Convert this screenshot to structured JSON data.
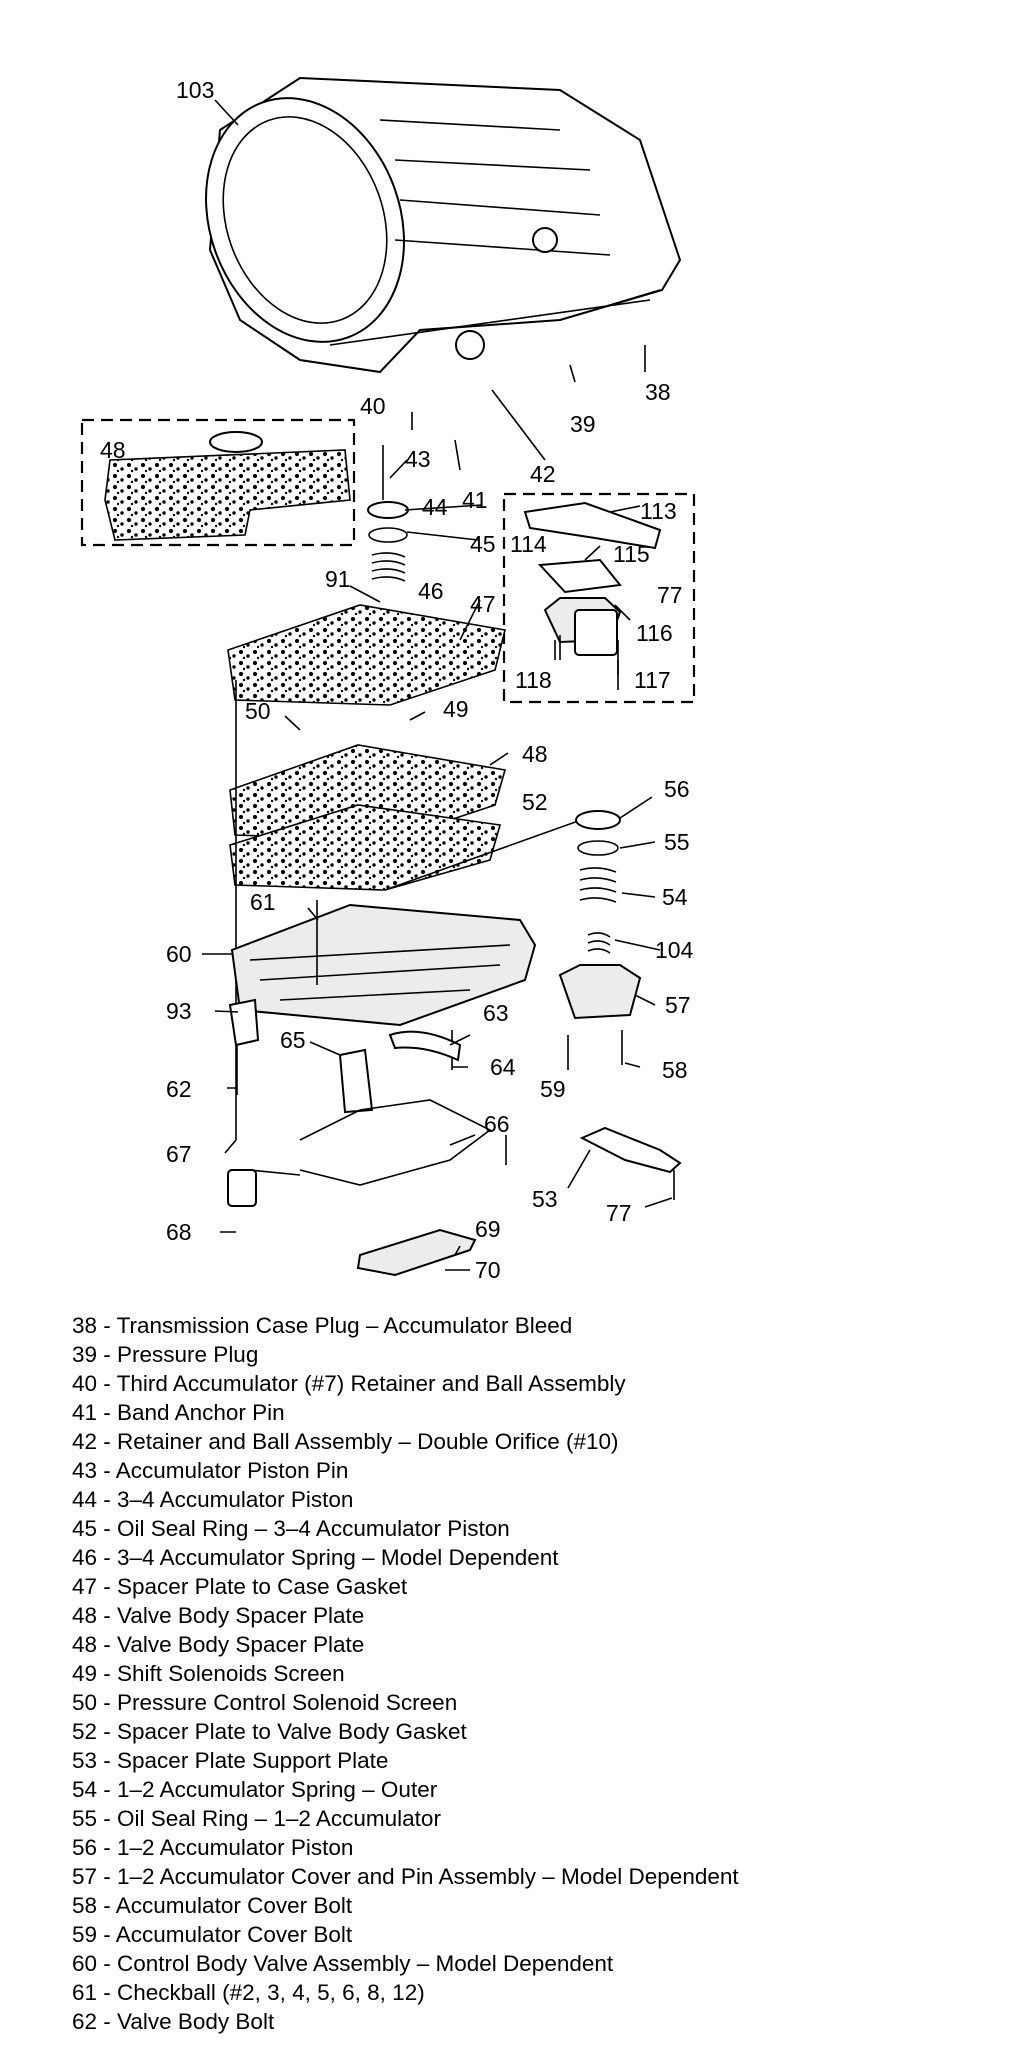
{
  "callouts": [
    "103",
    "38",
    "39",
    "40",
    "41",
    "42",
    "43",
    "44",
    "45",
    "46",
    "91",
    "47",
    "48",
    "48",
    "113",
    "114",
    "115",
    "77",
    "116",
    "118",
    "117",
    "50",
    "49",
    "56",
    "55",
    "54",
    "104",
    "57",
    "61",
    "60",
    "93",
    "65",
    "63",
    "62",
    "64",
    "59",
    "58",
    "67",
    "66",
    "68",
    "53",
    "77",
    "69",
    "70",
    "52"
  ],
  "legend": [
    "38 - Transmission Case Plug – Accumulator Bleed",
    "39 - Pressure Plug",
    "40 - Third Accumulator (#7) Retainer and Ball Assembly",
    "41 - Band Anchor Pin",
    "42 - Retainer and Ball Assembly – Double Orifice (#10)",
    "43 - Accumulator Piston Pin",
    "44 - 3–4 Accumulator Piston",
    "45 - Oil Seal Ring – 3–4 Accumulator Piston",
    "46 - 3–4 Accumulator Spring – Model Dependent",
    "47 - Spacer Plate to Case Gasket",
    "48 - Valve Body Spacer Plate",
    "48 - Valve Body Spacer Plate",
    "49 - Shift Solenoids Screen",
    "50 - Pressure Control Solenoid Screen",
    "52 - Spacer Plate to Valve Body Gasket",
    "53 - Spacer Plate Support Plate",
    "54 - 1–2 Accumulator Spring – Outer",
    "55 - Oil Seal Ring – 1–2 Accumulator",
    "56 - 1–2 Accumulator Piston",
    "57 - 1–2 Accumulator Cover and Pin Assembly – Model Dependent",
    "58 - Accumulator Cover Bolt",
    "59 - Accumulator Cover Bolt",
    "60 - Control Body Valve Assembly – Model Dependent",
    "61 - Checkball (#2, 3, 4, 5, 6, 8, 12)",
    "62 - Valve Body Bolt"
  ]
}
